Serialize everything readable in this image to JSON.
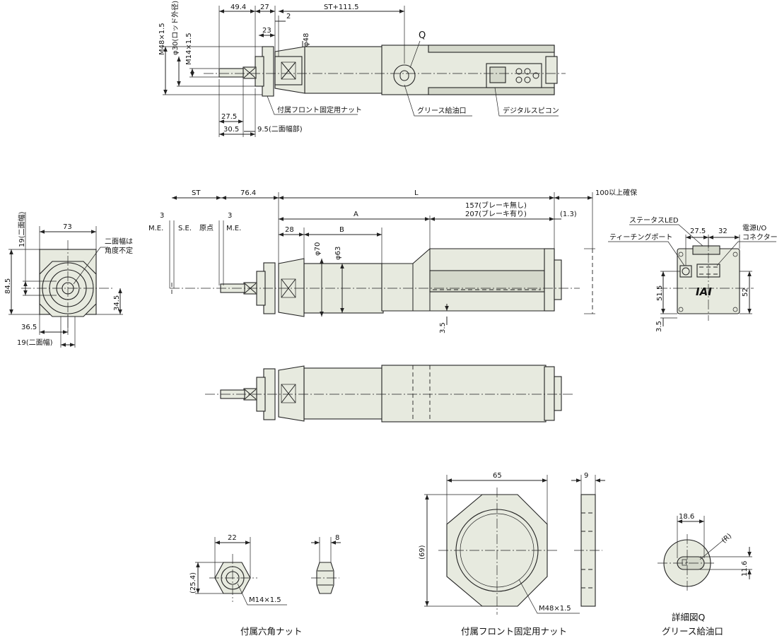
{
  "top_view": {
    "dims": [
      "49.4",
      "27",
      "2",
      "ST+111.5",
      "23",
      "M48×1.5",
      "φ30(ロッド外径)",
      "M14×1.5",
      "φ48",
      "27.5",
      "30.5",
      "9.5(二面幅部)"
    ],
    "labels": {
      "q": "Q",
      "front_nut": "付属フロント固定用ナット",
      "grease": "グリース給油口",
      "speed_con": "デジタルスピコン"
    }
  },
  "end_view": {
    "dims": [
      "19(二面幅)",
      "73",
      "84.5",
      "34.5",
      "36.5",
      "19(二面幅)"
    ],
    "label_note": "二面幅は\n角度不定",
    "note_line1": "二面幅は",
    "note_line2": "角度不定"
  },
  "side_view": {
    "dims": [
      "ST",
      "76.4",
      "L",
      "100以上確保",
      "157(ブレーキ無し)",
      "207(ブレーキ有り)",
      "(1.3)",
      "A",
      "28",
      "B",
      "φ70",
      "φ63",
      "3.5"
    ],
    "markers": [
      "3",
      "M.E.",
      "S.E.",
      "原点",
      "3",
      "M.E."
    ]
  },
  "rear_view": {
    "dims": [
      "27.5",
      "32",
      "51.5",
      "52",
      "3.5"
    ],
    "labels": {
      "status_led": "ステータスLED",
      "teaching_port": "ティーチングポート",
      "power_io_1": "電源I/O",
      "power_io_2": "コネクター"
    },
    "logo": "IAI"
  },
  "hex_nut": {
    "dims": [
      "22",
      "(25.4)",
      "M14×1.5",
      "8"
    ],
    "caption": "付属六角ナット"
  },
  "front_nut": {
    "dims": [
      "65",
      "9",
      "(69)",
      "M48×1.5"
    ],
    "caption": "付属フロント固定用ナット"
  },
  "detail_q": {
    "dims": [
      "18.6",
      "(R)",
      "11.6"
    ],
    "caption_1": "詳細図Q",
    "caption_2": "グリース給油口"
  }
}
